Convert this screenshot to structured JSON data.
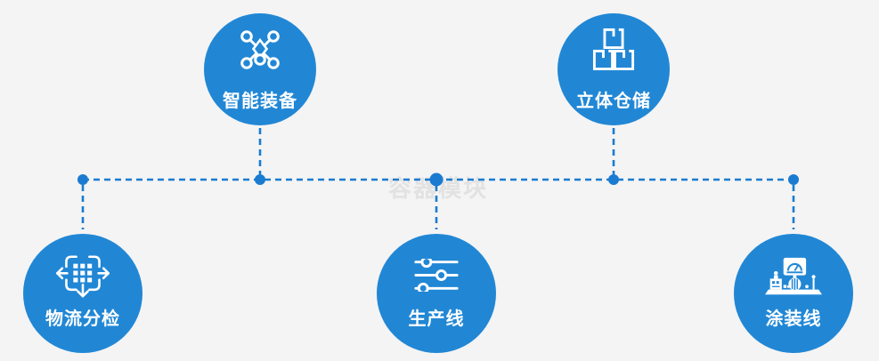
{
  "watermark": "容器模块",
  "colors": {
    "circle": "#2187d5",
    "line": "#1a7bd0",
    "bg": "#f4f4f4",
    "label": "#ffffff",
    "watermark": "#e2e2e2"
  },
  "nodes": [
    {
      "id": "smart-equipment",
      "label": "智能装备",
      "icon": "network-nodes-icon",
      "row": "top"
    },
    {
      "id": "stereo-warehouse",
      "label": "立体仓储",
      "icon": "stacked-boxes-icon",
      "row": "top"
    },
    {
      "id": "logistics-sorting",
      "label": "物流分检",
      "icon": "sorting-arrows-icon",
      "row": "bottom"
    },
    {
      "id": "production-line",
      "label": "生产线",
      "icon": "sliders-icon",
      "row": "bottom"
    },
    {
      "id": "coating-line",
      "label": "涂装线",
      "icon": "machine-monitor-icon",
      "row": "bottom"
    }
  ]
}
